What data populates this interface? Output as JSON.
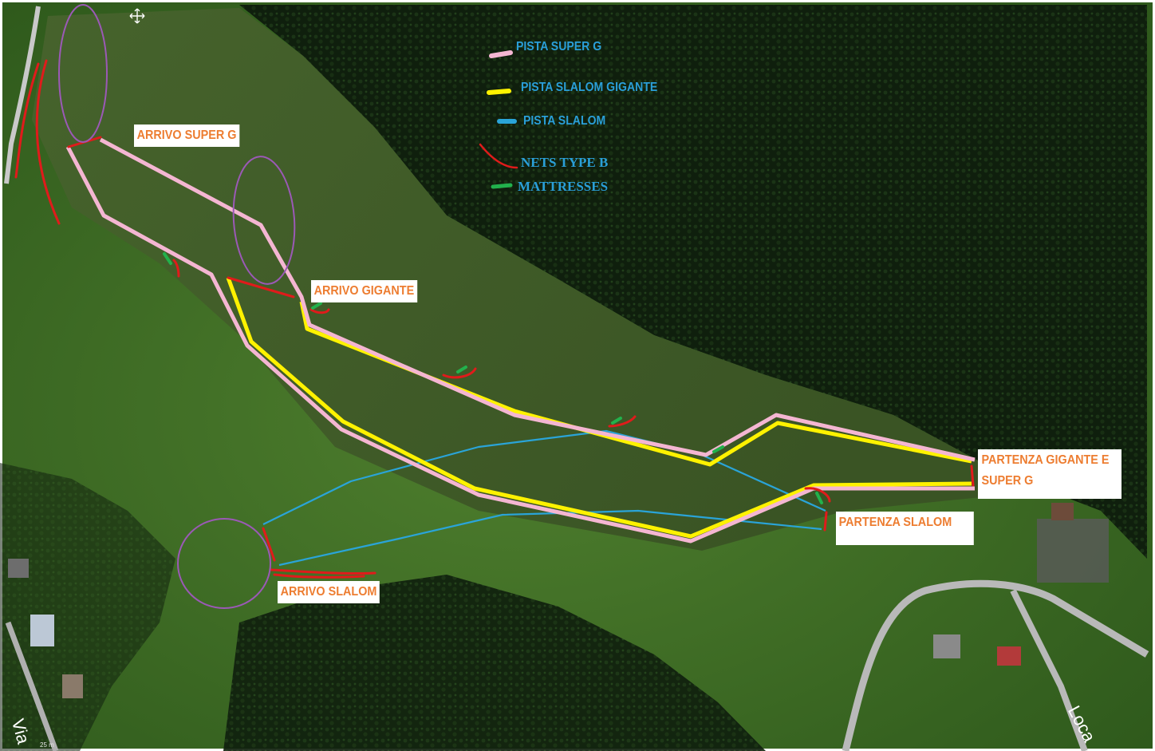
{
  "legend": {
    "super_g": "PISTA SUPER G",
    "gigante": "PISTA SLALOM GIGANTE",
    "slalom": "PISTA SLALOM",
    "nets": "NETS TYPE B",
    "mattresses": "MATTRESSES"
  },
  "labels": {
    "arrivo_super_g": "ARRIVO SUPER G",
    "arrivo_gigante": "ARRIVO GIGANTE",
    "arrivo_slalom": "ARRIVO SLALOM",
    "partenza_gigante_1": "PARTENZA GIGANTE E",
    "partenza_gigante_2": "SUPER G",
    "partenza_slalom": "PARTENZA SLALOM"
  },
  "roads": {
    "left": "Via",
    "right": "Loca"
  },
  "scale": "25 m",
  "colors": {
    "super_g": "#f4b6d2",
    "gigante": "#fff200",
    "slalom": "#2aa4d8",
    "nets": "#e01b1b",
    "mattresses": "#22b14c",
    "circle": "#9b59b6",
    "label_text": "#ed7d31",
    "legend_text": "#2a9fd8"
  }
}
